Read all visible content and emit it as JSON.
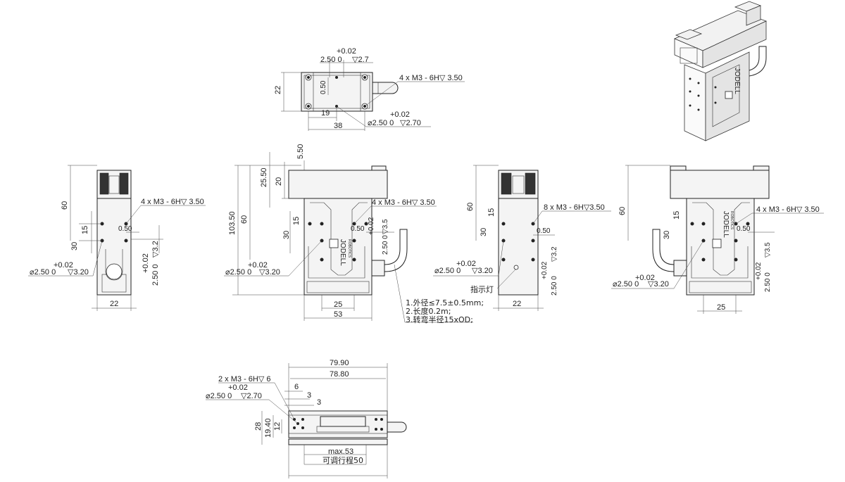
{
  "top_view": {
    "tol_top": "+0.02",
    "hole_top": "2.50  0",
    "depth_top": "▽2.7",
    "dim_22": "22",
    "dim_050": "0.50",
    "dim_19": "19",
    "dim_38": "38",
    "tol_bottom": "+0.02",
    "hole_bottom": "⌀2.50  0",
    "depth_bottom": "▽2.70",
    "thread_callout": "4 x M3 - 6H▽ 3.50"
  },
  "view_left": {
    "dim_60": "60",
    "dim_15": "15",
    "dim_30": "30",
    "thread_callout": "4 x M3 - 6H▽ 3.50",
    "dim_050": "0.50",
    "tol": "+0.02",
    "hole": "⌀2.50  0",
    "depth": "▽3.20",
    "side_tol": "+0.02",
    "side_hole": "2.50  0",
    "side_depth": "▽3.2",
    "dim_22": "22"
  },
  "view_front": {
    "dim_550": "5.50",
    "dim_2550": "25.50",
    "dim_20": "20",
    "dim_10350": "103.50",
    "dim_60": "60",
    "dim_15": "15",
    "dim_30": "30",
    "thread_callout": "4 x M3 - 6H▽ 3.50",
    "dim_050": "0.50",
    "tol": "+0.02",
    "hole": "⌀2.50  0",
    "depth": "▽3.20",
    "side_tol": "+0.02",
    "side_hole": "2.50  0",
    "side_depth": "▽3.5",
    "dim_25": "25",
    "dim_53": "53",
    "note_1": "1.外径≤7.5±0.5mm;",
    "note_2": "2.长度0.2m;",
    "note_3": "3.转弯半径15xOD;",
    "logo_text": "JODELL",
    "logo_sub": "ROBOTICS"
  },
  "view_right_side": {
    "dim_60": "60",
    "dim_15": "15",
    "dim_30": "30",
    "thread_callout": "8 x M3 - 6H▽3.50",
    "dim_050": "0.50",
    "tol": "+0.02",
    "hole": "⌀2.50  0",
    "depth": "▽3.20",
    "side_tol": "+0.02",
    "side_hole": "2.50  0",
    "side_depth": "▽3.2",
    "indicator": "指示灯",
    "dim_22": "22"
  },
  "view_back": {
    "dim_60": "60",
    "dim_15": "15",
    "dim_30": "30",
    "thread_callout": "4 x M3 - 6H▽ 3.50",
    "dim_050": "0.50",
    "tol": "+0.02",
    "hole": "⌀2.50  0",
    "depth": "▽3.20",
    "side_tol": "+0.02",
    "side_hole": "2.50  0",
    "side_depth": "▽3.5",
    "dim_25": "25",
    "logo_text": "JODELL",
    "logo_sub": "ROBOTICS"
  },
  "view_bottom": {
    "dim_7990": "79.90",
    "dim_7880": "78.80",
    "thread_callout": "2 x M3 - 6H▽ 6",
    "tol": "+0.02",
    "hole": "⌀2.50  0",
    "depth": "▽2.70",
    "dim_6": "6",
    "dim_3a": "3",
    "dim_3b": "3",
    "dim_28": "28",
    "dim_1940": "19.40",
    "dim_12": "12",
    "max_stroke": "max.53",
    "adjustable_stroke": "可调行程50"
  },
  "iso_view": {
    "logo_text": "JODELL"
  }
}
